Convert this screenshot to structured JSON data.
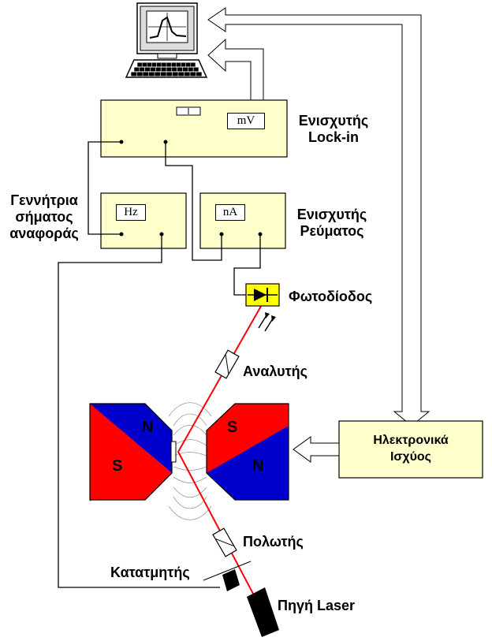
{
  "labels": {
    "lockin_amplifier": [
      "Ενισχυτής",
      "Lock-in"
    ],
    "current_amplifier": [
      "Ενισχυτής",
      "Ρεύματος"
    ],
    "reference_generator": [
      "Γεννήτρια",
      "σήματος",
      "αναφοράς"
    ],
    "photodiode": "Φωτοδίοδος",
    "analyzer": "Αναλυτής",
    "polarizer": "Πολωτής",
    "chopper": "Κατατμητής",
    "laser_source": "Πηγή Laser",
    "power_electronics": [
      "Ηλεκτρονικά",
      "Ισχύος"
    ]
  },
  "displays": {
    "lockin_unit": "mV",
    "generator_unit": "Hz",
    "current_unit": "nA"
  },
  "magnet_poles": {
    "left_top": "N",
    "left_bottom": "S",
    "right_top": "S",
    "right_bottom": "N"
  },
  "colors": {
    "instrument_fill": "#ffffcc",
    "electronics_fill": "#ffffcc",
    "photodiode_fill": "#ffff00",
    "pole_red": "#ff0000",
    "pole_blue": "#0000cc",
    "beam": "#ff0000",
    "arrow_fill": "#ffffff"
  }
}
